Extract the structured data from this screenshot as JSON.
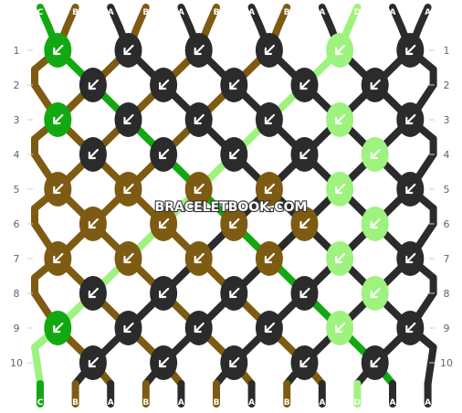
{
  "watermark": "BRACELETBOOK.COM",
  "colors": {
    "A": "#2b2b2b",
    "B": "#7e5b12",
    "C": "#12a812",
    "D": "#9ef27e"
  },
  "strings_top": [
    "C",
    "B",
    "A",
    "B",
    "A",
    "B",
    "A",
    "B",
    "A",
    "D",
    "A",
    "A"
  ],
  "strings_bottom": [
    "C",
    "B",
    "A",
    "B",
    "A",
    "B",
    "A",
    "B",
    "A",
    "D",
    "A",
    "A"
  ],
  "row_labels": [
    "1",
    "2",
    "3",
    "4",
    "5",
    "6",
    "7",
    "8",
    "9",
    "10"
  ],
  "knots": [
    [
      "C",
      "A",
      "A",
      "A",
      "D",
      "A"
    ],
    [
      "A",
      "A",
      "A",
      "A",
      "A"
    ],
    [
      "C",
      "A",
      "A",
      "A",
      "D",
      "A"
    ],
    [
      "A",
      "A",
      "A",
      "A",
      "D"
    ],
    [
      "B",
      "B",
      "B",
      "B",
      "D",
      "A"
    ],
    [
      "B",
      "B",
      "B",
      "B",
      "D"
    ],
    [
      "B",
      "B",
      "B",
      "B",
      "D",
      "A"
    ],
    [
      "A",
      "A",
      "A",
      "A",
      "D"
    ],
    [
      "C",
      "A",
      "A",
      "A",
      "D",
      "A"
    ],
    [
      "A",
      "A",
      "A",
      "A",
      "A"
    ]
  ]
}
